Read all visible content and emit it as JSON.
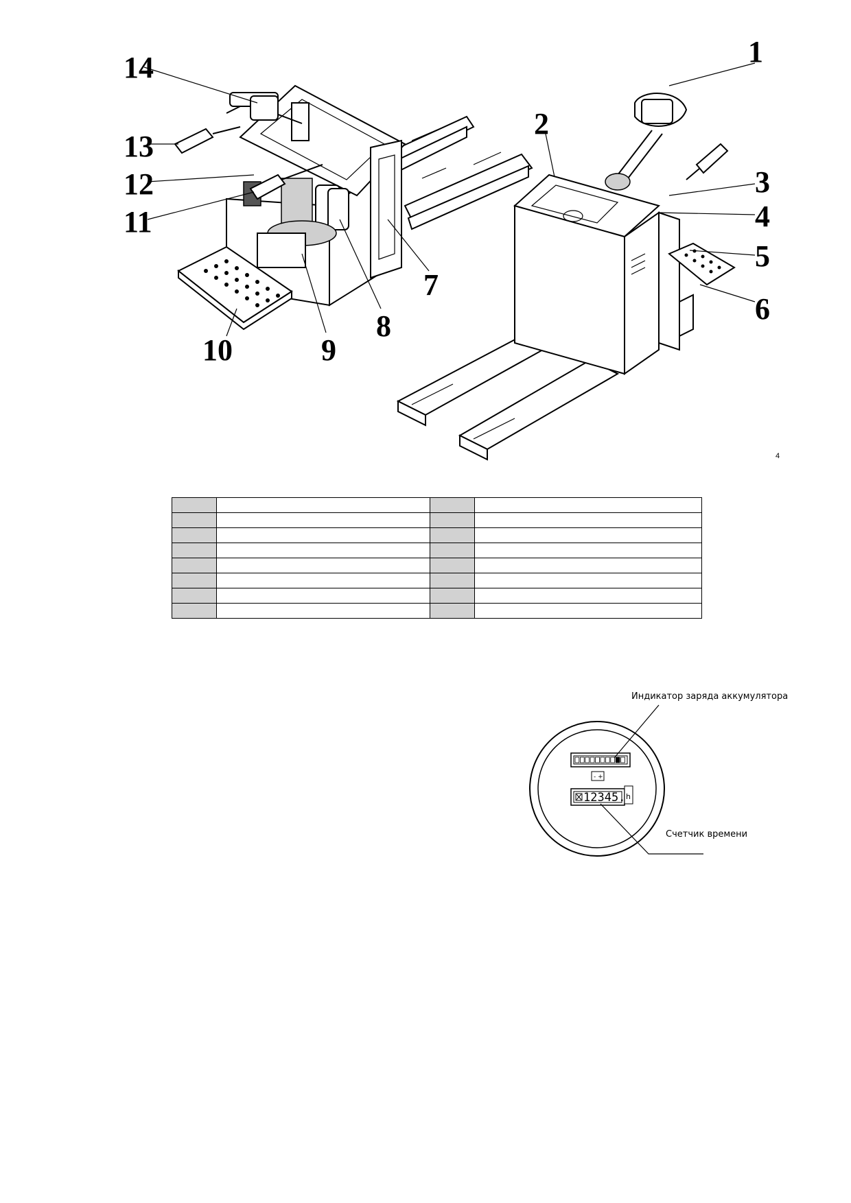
{
  "figure": {
    "callouts": [
      "1",
      "2",
      "3",
      "4",
      "5",
      "6",
      "7",
      "8",
      "9",
      "10",
      "11",
      "12",
      "13",
      "14"
    ],
    "page_mark": "4"
  },
  "parts_table": {
    "rows": [
      [
        "",
        "",
        "",
        ""
      ],
      [
        "",
        "",
        "",
        ""
      ],
      [
        "",
        "",
        "",
        ""
      ],
      [
        "",
        "",
        "",
        ""
      ],
      [
        "",
        "",
        "",
        ""
      ],
      [
        "",
        "",
        "",
        ""
      ],
      [
        "",
        "",
        "",
        ""
      ],
      [
        "",
        "",
        "",
        ""
      ]
    ]
  },
  "gauge": {
    "battery_label": "Индикатор заряда аккумулятора",
    "hour_label": "Счетчик времени",
    "hour_value": "12345.6",
    "hour_unit": "h",
    "battery_level": 0.8
  }
}
